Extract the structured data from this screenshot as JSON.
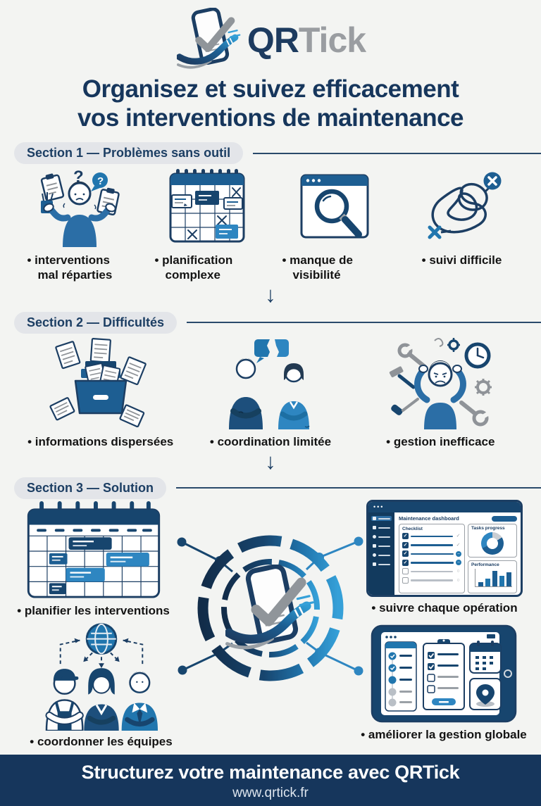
{
  "palette": {
    "background": "#f3f4f2",
    "navy": "#1c3e63",
    "steel_blue": "#1d5e92",
    "bright_blue": "#2e86c1",
    "logo_gray": "#9a9da1",
    "footer_bg": "#16365c"
  },
  "logo": {
    "icon": "qrtick-logo-icon",
    "text_qr": "QR",
    "text_tick": "Tick"
  },
  "title": {
    "line1": "Organisez et suivez efficacement",
    "line2": "vos interventions de maintenance"
  },
  "icons": {
    "down_arrow": "↓",
    "window_dots": "•••",
    "check": "✓",
    "dash": "–",
    "circle": "○",
    "question_mark": "?"
  },
  "sections": [
    {
      "header": "Section 1 — Problèmes sans outil",
      "items": [
        {
          "icon": "confused-person-icon",
          "label": "• interventions mal réparties"
        },
        {
          "icon": "complex-calendar-icon",
          "label": "• planification complexe"
        },
        {
          "icon": "search-window-icon",
          "label": "• manque de visibilité"
        },
        {
          "icon": "tangled-path-icon",
          "label": "• suivi difficile"
        }
      ]
    },
    {
      "header": "Section 2 — Difficultés",
      "items": [
        {
          "icon": "scattered-documents-icon",
          "label": "• informations dispersées"
        },
        {
          "icon": "broken-communication-icon",
          "label": "• coordination limitée"
        },
        {
          "icon": "overwhelmed-person-icon",
          "label": "• gestion inefficace"
        }
      ]
    },
    {
      "header": "Section 3 — Solution",
      "hub_icon": "qrtick-network-hub-icon",
      "items": [
        {
          "icon": "planning-calendar-icon",
          "label": "• planifier les interventions"
        },
        {
          "icon": "dashboard-window-icon",
          "label": "• suivre chaque opération",
          "preview": {
            "title": "Maintenance dashboard",
            "checklist_title": "Checklist",
            "progress_title": "Tasks progress",
            "performance_title": "Performance"
          }
        },
        {
          "icon": "team-coordination-icon",
          "label": "• coordonner les équipes"
        },
        {
          "icon": "tablet-management-icon",
          "label": "• améliorer la gestion globale"
        }
      ]
    }
  ],
  "footer": {
    "tagline": "Structurez votre maintenance avec QRTick",
    "website": "www.qrtick.fr"
  }
}
